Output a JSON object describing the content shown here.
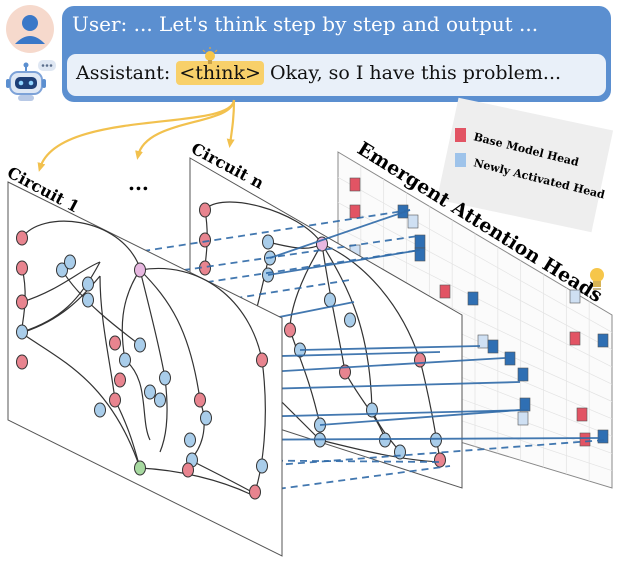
{
  "prompt": {
    "user_text": "User: ... Let's think step by step and output ...",
    "assistant_prefix": "Assistant:",
    "think_token": "<think>",
    "assistant_rest": "Okay, so I have this problem..."
  },
  "circuits": {
    "first_label": "Circuit 1",
    "ellipsis": "...",
    "last_label": "Circuit n"
  },
  "attention": {
    "title": "Emergent Attention Heads",
    "legend_base": "Base Model Head",
    "legend_new": "Newly Activated Head"
  },
  "icons": [
    "user-avatar-icon",
    "robot-assistant-icon",
    "lightbulb-icon"
  ],
  "colors": {
    "bubble": "#5b8fd0",
    "assistant_box": "#e9f0f9",
    "think_highlight": "#f8d06a",
    "arrow": "#f2c14e",
    "base_head": "#e25464",
    "new_head": "#2f6fb3",
    "node_red": "#e8848f",
    "node_blue": "#a9cdea",
    "node_pink": "#e7b7e0",
    "node_green": "#a7d9a0",
    "connector": "#2f6aa8"
  }
}
